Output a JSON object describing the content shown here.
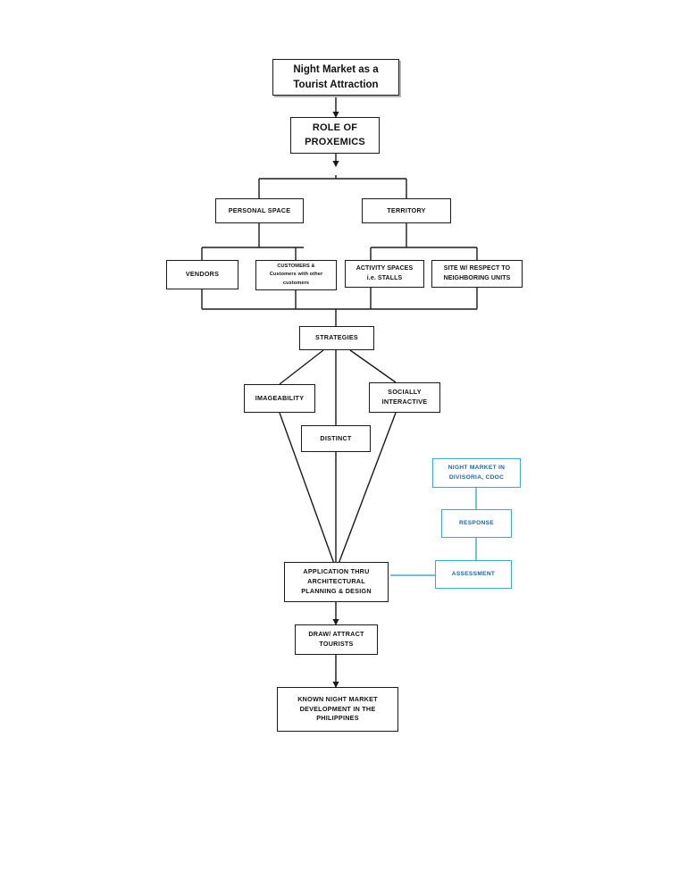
{
  "diagram": {
    "title": "Night Market as a Tourist Attraction conceptual framework",
    "colors": {
      "stroke_black": "#1a1a1a",
      "stroke_blue": "#35a8dd",
      "text_blue": "#1668a8",
      "background": "#ffffff"
    }
  },
  "nodes": {
    "root": {
      "label": "Night Market as a\nTourist Attraction"
    },
    "role": {
      "label": "ROLE OF\nPROXEMICS"
    },
    "personal_space": {
      "label": "PERSONAL SPACE"
    },
    "territory": {
      "label": "TERRITORY"
    },
    "vendors": {
      "label": "VENDORS"
    },
    "customers": {
      "label": "CUSTOMERS &\nCustomers with other\ncustomers"
    },
    "activity_spaces": {
      "label": "ACTIVITY SPACES\ni.e. STALLS"
    },
    "site_respect": {
      "label": "SITE W/ RESPECT TO\nNEIGHBORING UNITS"
    },
    "strategies": {
      "label": "STRATEGIES"
    },
    "imageability": {
      "label": "IMAGEABILITY"
    },
    "socially_interactive": {
      "label": "SOCIALLY\nINTERACTIVE"
    },
    "distinct": {
      "label": "DISTINCT"
    },
    "application": {
      "label": "APPLICATION THRU\nARCHITECTURAL\nPLANNING & DESIGN"
    },
    "draw_attract": {
      "label": "DRAW/ ATTRACT\nTOURISTS"
    },
    "known_dev": {
      "label": "KNOWN NIGHT MARKET\nDEVELOPMENT IN THE\nPHILIPPINES"
    },
    "night_market_divisoria": {
      "label": "NIGHT MARKET IN\nDIVISORIA, CDOC"
    },
    "response": {
      "label": "RESPONSE"
    },
    "assessment": {
      "label": "ASSESSMENT"
    }
  }
}
